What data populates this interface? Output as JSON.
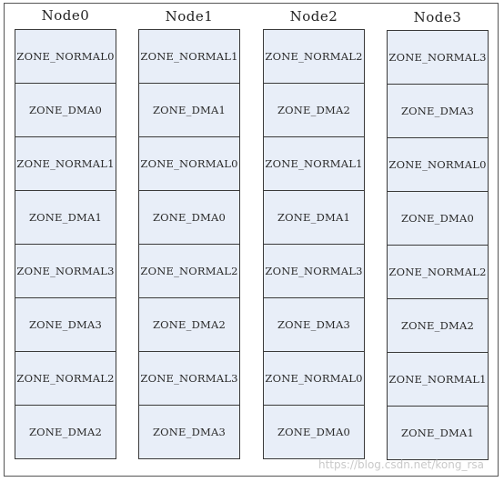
{
  "nodes": [
    {
      "title": "Node0",
      "zones": [
        "ZONE_NORMAL0",
        "ZONE_DMA0",
        "ZONE_NORMAL1",
        "ZONE_DMA1",
        "ZONE_NORMAL3",
        "ZONE_DMA3",
        "ZONE_NORMAL2",
        "ZONE_DMA2"
      ]
    },
    {
      "title": "Node1",
      "zones": [
        "ZONE_NORMAL1",
        "ZONE_DMA1",
        "ZONE_NORMAL0",
        "ZONE_DMA0",
        "ZONE_NORMAL2",
        "ZONE_DMA2",
        "ZONE_NORMAL3",
        "ZONE_DMA3"
      ]
    },
    {
      "title": "Node2",
      "zones": [
        "ZONE_NORMAL2",
        "ZONE_DMA2",
        "ZONE_NORMAL1",
        "ZONE_DMA1",
        "ZONE_NORMAL3",
        "ZONE_DMA3",
        "ZONE_NORMAL0",
        "ZONE_DMA0"
      ]
    },
    {
      "title": "Node3",
      "zones": [
        "ZONE_NORMAL3",
        "ZONE_DMA3",
        "ZONE_NORMAL0",
        "ZONE_DMA0",
        "ZONE_NORMAL2",
        "ZONE_DMA2",
        "ZONE_NORMAL1",
        "ZONE_DMA1"
      ]
    }
  ],
  "watermark": "https://blog.csdn.net/kong_rsa"
}
